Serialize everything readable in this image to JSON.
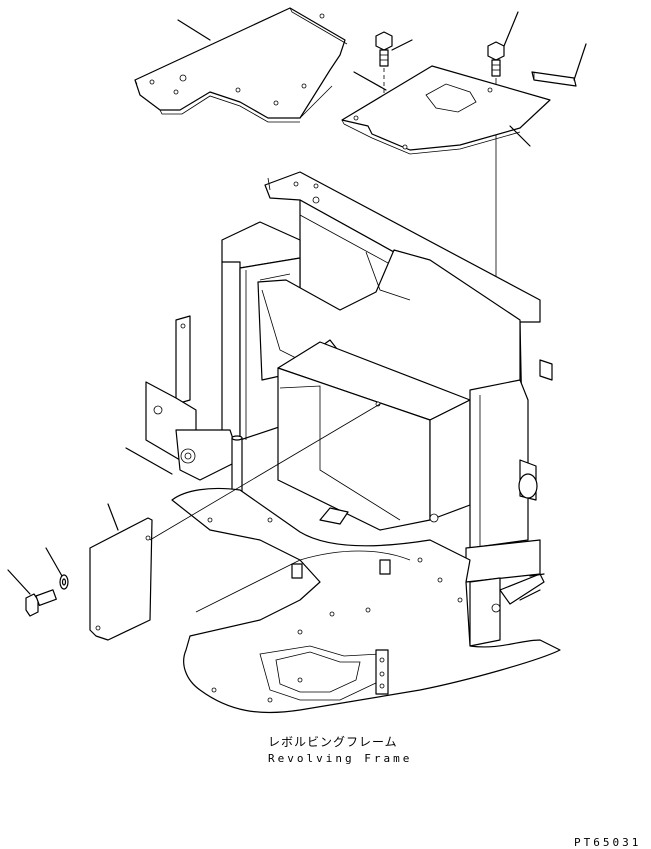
{
  "caption": {
    "japanese": "レボルビングフレーム",
    "english": "Revolving Frame"
  },
  "figure_code": "PT65031"
}
